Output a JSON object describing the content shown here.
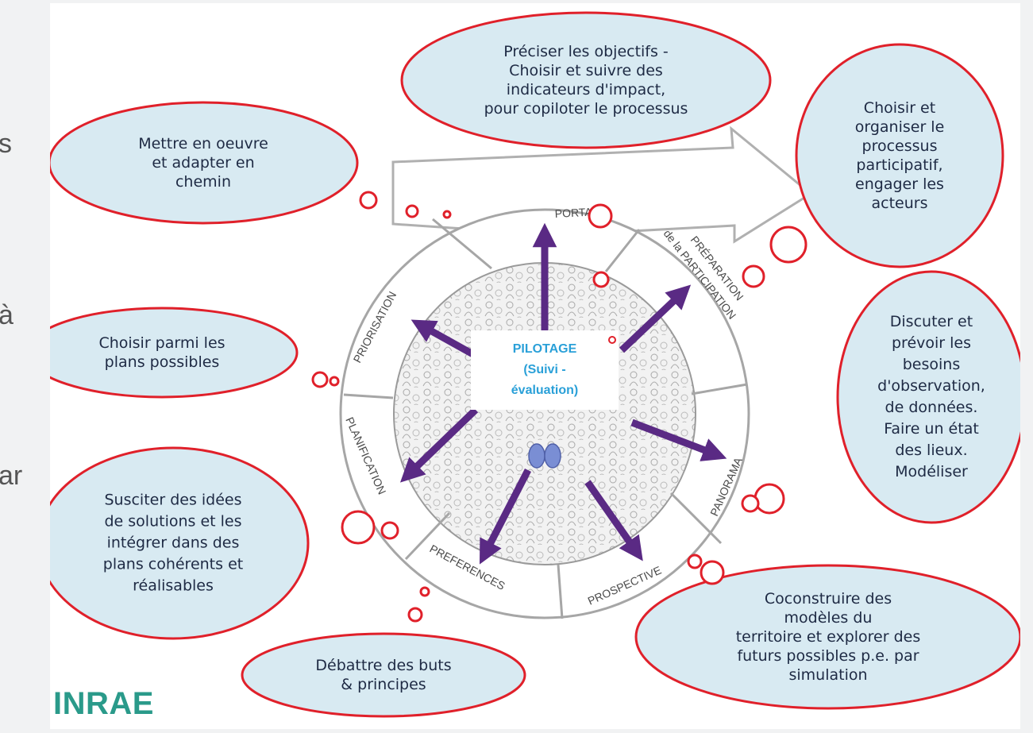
{
  "edge_fragments": [
    "s",
    "à",
    "ar"
  ],
  "center": {
    "title": "PILOTAGE",
    "subtitle_line1": "(Suivi -",
    "subtitle_line2": "évaluation)"
  },
  "segments": {
    "portage": "PORTAGE",
    "preparation_line1": "PRÉPARATION",
    "preparation_line2": "de la PARTICIPATION",
    "panorama": "PANORAMA",
    "prospective": "PROSPECTIVE",
    "preferences": "PREFERENCES",
    "planification": "PLANIFICATION",
    "priorisation": "PRIORISATION"
  },
  "clouds": {
    "objectifs": "Préciser les objectifs -\nChoisir et suivre des\nindicateurs d'impact,\npour copiloter le processus",
    "organiser": "Choisir et\norganiser le\nprocessus\nparticipatif,\nengager les\nacteurs",
    "discuter": "Discuter et\nprévoir les\nbesoins\nd'observation,\nde données.\nFaire un état\ndes lieux.\nModéliser",
    "coconstruire": "Coconstruire des modèles du\nterritoire et explorer des\nfuturs possibles p.e. par\nsimulation",
    "debattre": "Débattre des buts\n& principes",
    "susciter": "Susciter des idées\nde solutions et les\nintégrer dans des\nplans cohérents et\nréalisables",
    "choisir_plans": "Choisir parmi les\nplans possibles",
    "mettre": "Mettre en oeuvre\net adapter en\nchemin"
  },
  "logo": "INRAE",
  "colors": {
    "cloud_fill": "#d8eaf2",
    "cloud_border": "#e0202a",
    "arrow": "#5a2a84",
    "center_text": "#2aa0d8",
    "ring_stroke": "#a6a6a6"
  }
}
